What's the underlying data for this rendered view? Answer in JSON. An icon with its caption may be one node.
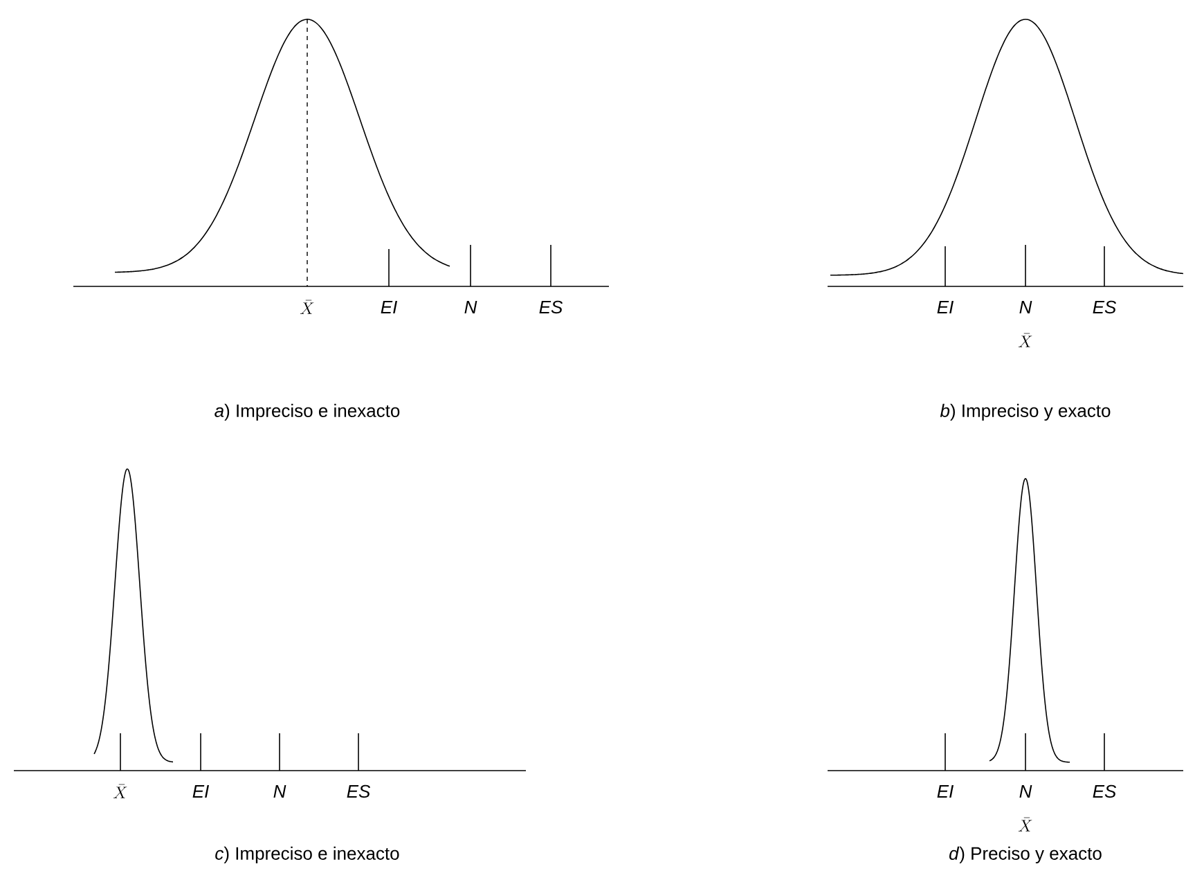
{
  "diagram": {
    "labels": [
      "\\bar{X}",
      "EI",
      "N",
      "ES",
      "EI",
      "N",
      "ES",
      "\\bar{X}",
      "*a*) Impreciso e inexacto",
      "*b*) Impreciso y exacto",
      "\\bar{X}",
      "EI",
      "N",
      "ES",
      "EI",
      "N",
      "ES",
      "\\bar{X}",
      "*c*) Impreciso e inexacto",
      "*d*) Preciso y exacto"
    ]
  }
}
